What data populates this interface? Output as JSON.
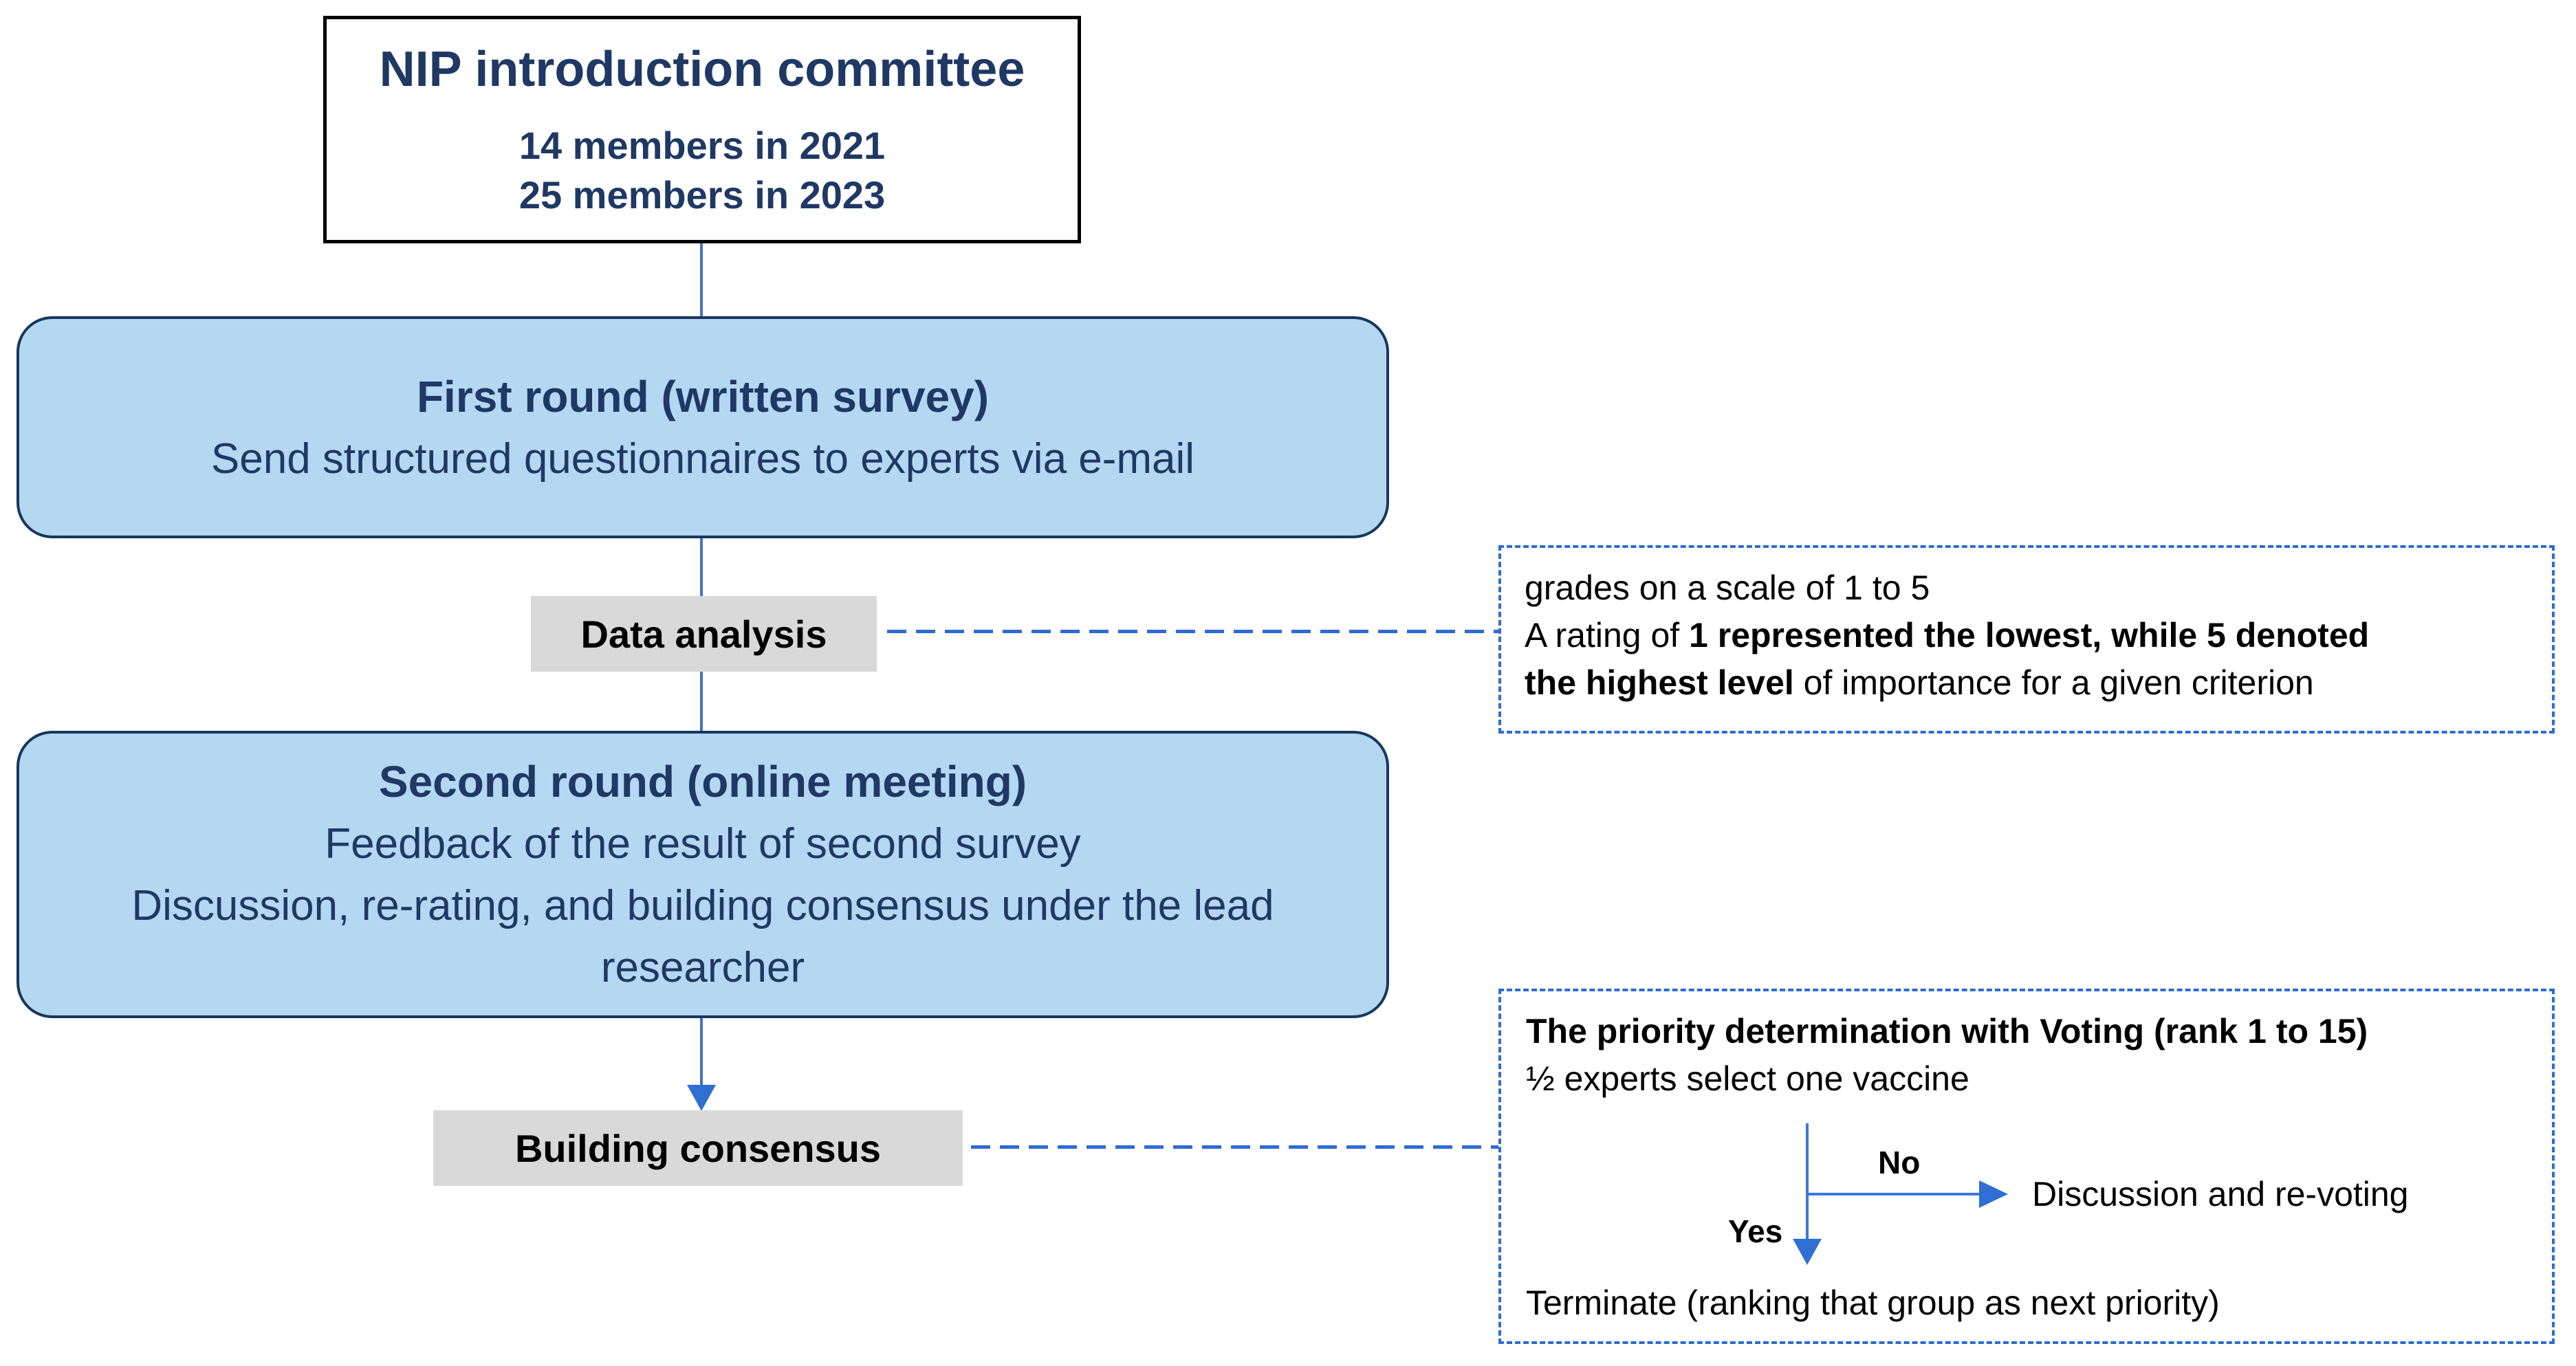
{
  "colors": {
    "navy_text": "#1F3864",
    "process_fill": "#B5D8F2",
    "process_border": "#17375D",
    "gray_fill": "#D9D9D9",
    "connector_blue": "#4472C4",
    "dashed_blue": "#2E6BD5",
    "arrow_blue": "#2F6FD3",
    "committee_border": "#000000"
  },
  "committee": {
    "title": "NIP introduction committee",
    "members": [
      "14 members in 2021",
      "25 members in 2023"
    ]
  },
  "round1": {
    "title": "First round (written survey)",
    "body": "Send structured questionnaires to experts via e-mail"
  },
  "data_analysis": {
    "label": "Data analysis"
  },
  "grading_note": {
    "lines": [
      [
        {
          "t": "grades on a scale of 1 to 5",
          "b": false
        }
      ],
      [
        {
          "t": "A rating of ",
          "b": false
        },
        {
          "t": "1 represented the lowest, while 5 denoted",
          "b": true
        }
      ],
      [
        {
          "t": "the highest level",
          "b": true
        },
        {
          "t": " of importance for a given criterion",
          "b": false
        }
      ]
    ]
  },
  "round2": {
    "title": "Second round (online meeting)",
    "lines": [
      "Feedback of the result of second survey",
      "Discussion, re-rating, and building consensus under the lead",
      "researcher"
    ]
  },
  "building_consensus": {
    "label": "Building consensus"
  },
  "voting_note": {
    "title": "The priority determination with Voting (rank 1 to 15)",
    "subtitle": "½ experts select one vaccine",
    "no_label": "No",
    "no_branch": "Discussion and re-voting",
    "yes_label": "Yes",
    "yes_branch": "Terminate (ranking that group as next priority)"
  }
}
